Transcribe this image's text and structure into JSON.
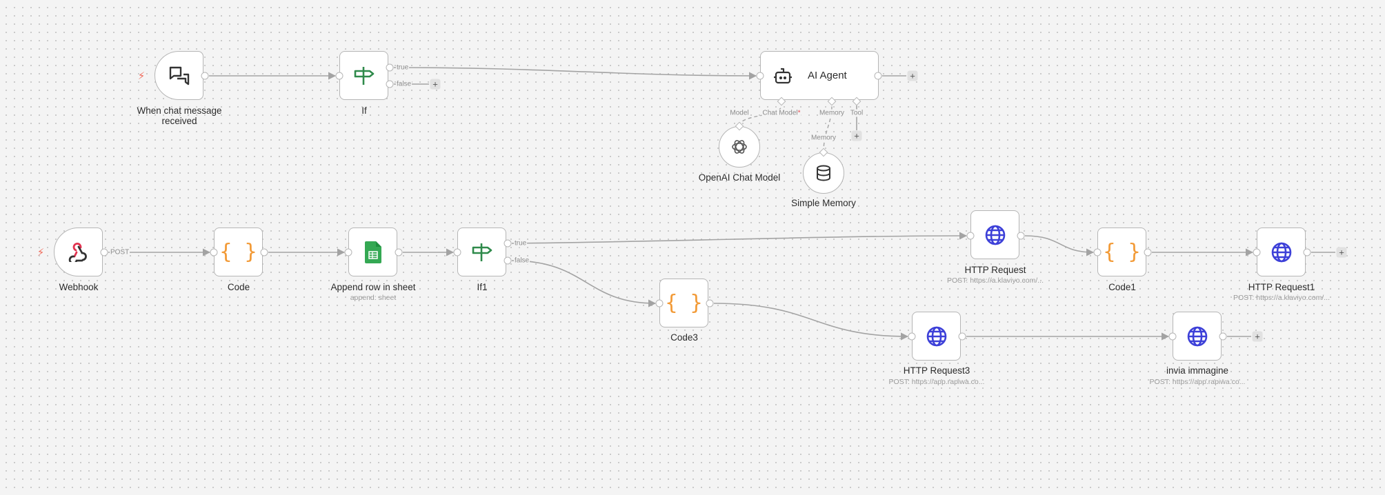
{
  "canvas": {
    "background": "#f4f4f4",
    "edge_color": "#a3a3a3",
    "accent_colors": {
      "if_icon": "#2f8a4b",
      "code_icon": "#f29a36",
      "http_icon": "#3d40d8",
      "sheets_icon": "#34a853",
      "trigger_bolt": "#f06a5a",
      "required_marker": "#e5484d"
    }
  },
  "nodes": {
    "chat_trigger": {
      "label_line1": "When chat message",
      "label_line2": "received",
      "icon": "chat-bubbles-icon"
    },
    "if": {
      "label": "If",
      "icon": "signpost-icon",
      "out_true": "true",
      "out_false": "false"
    },
    "ai_agent": {
      "label": "AI Agent",
      "icon": "robot-icon",
      "ports": {
        "chat_model": "Chat Model",
        "required": "*",
        "memory": "Memory",
        "tool": "Tool"
      }
    },
    "openai_chat_model": {
      "label": "OpenAI Chat Model",
      "icon": "openai-icon",
      "port": "Model"
    },
    "simple_memory": {
      "label": "Simple Memory",
      "icon": "database-icon",
      "port": "Memory"
    },
    "webhook": {
      "label": "Webhook",
      "icon": "webhook-icon",
      "out_label": "POST"
    },
    "code": {
      "label": "Code",
      "icon": "code-braces-icon",
      "glyph": "{ }"
    },
    "append_row": {
      "label": "Append row in sheet",
      "subtitle": "append: sheet",
      "icon": "google-sheets-icon"
    },
    "if1": {
      "label": "If1",
      "icon": "signpost-icon",
      "out_true": "true",
      "out_false": "false"
    },
    "http_request": {
      "label": "HTTP Request",
      "subtitle": "POST: https://a.klaviyo.com/...",
      "icon": "globe-icon"
    },
    "code1": {
      "label": "Code1",
      "icon": "code-braces-icon",
      "glyph": "{ }"
    },
    "http_request1": {
      "label": "HTTP Request1",
      "subtitle": "POST: https://a.klaviyo.com/...",
      "icon": "globe-icon"
    },
    "code3": {
      "label": "Code3",
      "icon": "code-braces-icon",
      "glyph": "{ }"
    },
    "http_request3": {
      "label": "HTTP Request3",
      "subtitle": "POST: https://app.rapiwa.co...",
      "icon": "globe-icon"
    },
    "invia_immagine": {
      "label": "invia immagine",
      "subtitle": "POST: https://app.rapiwa.co...",
      "icon": "globe-icon"
    }
  },
  "controls": {
    "add_glyph": "+",
    "trigger_glyph": "⚡"
  }
}
